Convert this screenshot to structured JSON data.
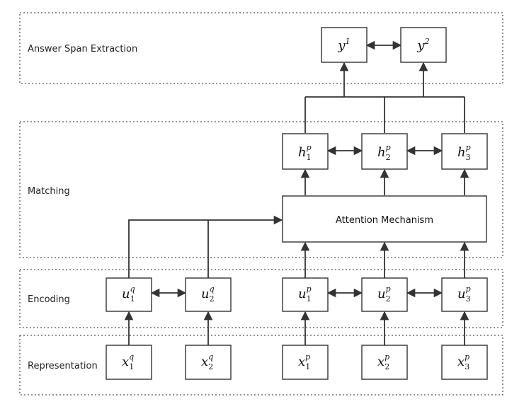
{
  "layers": [
    {
      "id": "answer",
      "label": "Answer Span Extraction"
    },
    {
      "id": "matching",
      "label": "Matching"
    },
    {
      "id": "encoding",
      "label": "Encoding"
    },
    {
      "id": "representation",
      "label": "Representation"
    }
  ],
  "attention": {
    "label": "Attention Mechanism"
  },
  "nodes": {
    "y1": {
      "base": "y",
      "sup": "1",
      "sub": ""
    },
    "y2": {
      "base": "y",
      "sup": "2",
      "sub": ""
    },
    "h1": {
      "base": "h",
      "sup": "p",
      "sub": "1"
    },
    "h2": {
      "base": "h",
      "sup": "p",
      "sub": "2"
    },
    "h3": {
      "base": "h",
      "sup": "p",
      "sub": "3"
    },
    "uq1": {
      "base": "u",
      "sup": "q",
      "sub": "1"
    },
    "uq2": {
      "base": "u",
      "sup": "q",
      "sub": "2"
    },
    "up1": {
      "base": "u",
      "sup": "p",
      "sub": "1"
    },
    "up2": {
      "base": "u",
      "sup": "p",
      "sub": "2"
    },
    "up3": {
      "base": "u",
      "sup": "p",
      "sub": "3"
    },
    "xq1": {
      "base": "x",
      "sup": "q",
      "sub": "1"
    },
    "xq2": {
      "base": "x",
      "sup": "q",
      "sub": "2"
    },
    "xp1": {
      "base": "x",
      "sup": "p",
      "sub": "1"
    },
    "xp2": {
      "base": "x",
      "sup": "p",
      "sub": "2"
    },
    "xp3": {
      "base": "x",
      "sup": "p",
      "sub": "3"
    }
  }
}
